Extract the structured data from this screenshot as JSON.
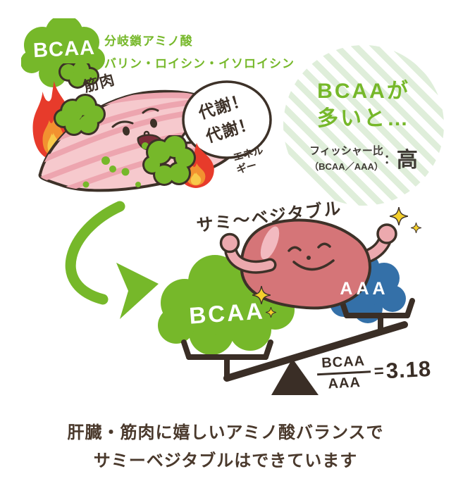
{
  "colors": {
    "green": "#76b82a",
    "stripe_green": "#dfeeda",
    "blue": "#3470a8",
    "liver_red": "#d57578",
    "muscle_pink": "#f6c9cd",
    "flame_red": "#e73b2b",
    "flame_orange": "#f29130",
    "flame_yellow": "#f8c94a",
    "outline_dark": "#3d3128",
    "caption_brown": "#4a392c",
    "sparkle_yellow": "#f4d02c"
  },
  "badge": {
    "label": "BCAA"
  },
  "header": {
    "line1": "分岐鎖アミノ酸",
    "line2": "バリン・ロイシン・イソロイシン"
  },
  "muscle": {
    "label": "筋肉",
    "speech_line1": "代謝！",
    "speech_line2": "代謝！",
    "energy_line1": "エネル",
    "energy_line2": "ギー"
  },
  "fischer": {
    "line1": "BCAAが",
    "line2": "多いと…",
    "label": "フィッシャー比",
    "sub": "（BCAA／AAA）",
    "colon": "：",
    "value": "高"
  },
  "product": {
    "name": "サミ〜ベジタブル"
  },
  "clouds": {
    "bcaa": "BCAA",
    "aaa": "AAA"
  },
  "formula": {
    "numerator": "BCAA",
    "denominator": "AAA",
    "equals": "=",
    "value": "3.18"
  },
  "caption": {
    "line1": "肝臓・筋肉に嬉しいアミノ酸バランスで",
    "line2": "サミーベジタブルはできています"
  }
}
